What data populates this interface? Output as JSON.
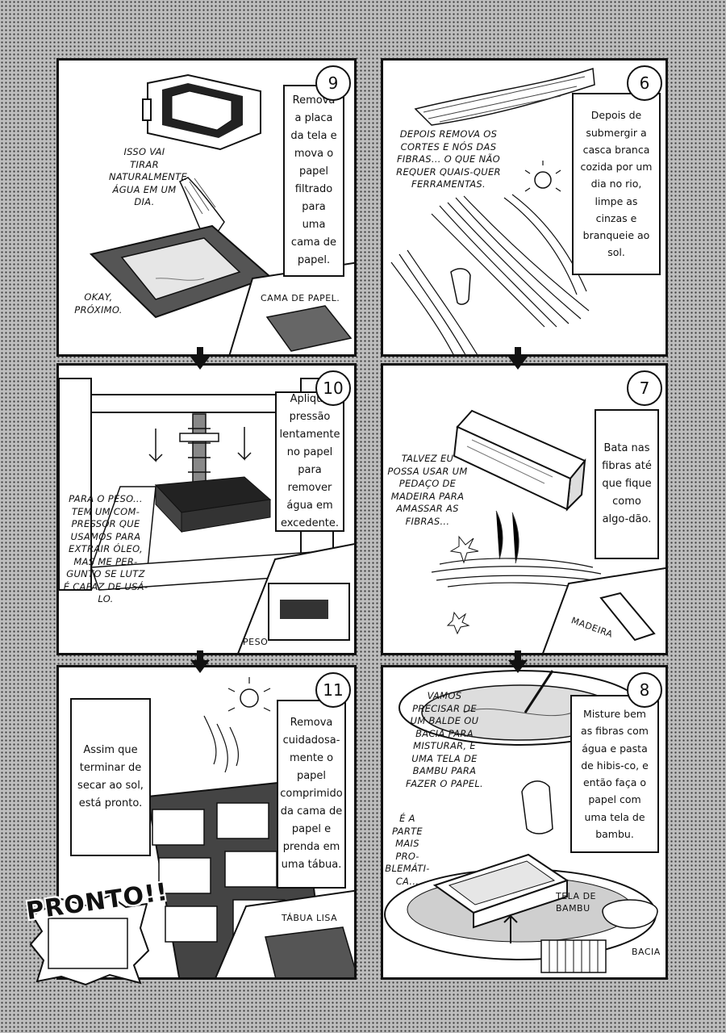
{
  "panels": {
    "p9": {
      "number": "9",
      "caption": "Remova a placa da tela e mova o papel filtrado para uma cama de papel.",
      "speech": [
        "ISSO VAI TIRAR NATURALMENTE ÁGUA EM UM DIA.",
        "OKAY, PRÓXIMO."
      ],
      "label": "CAMA DE PAPEL."
    },
    "p6": {
      "number": "6",
      "caption": "Depois de submergir a casca branca cozida por um dia no rio, limpe as cinzas e branqueie ao sol.",
      "speech": [
        "DEPOIS REMOVA OS CORTES E NÓS DAS FIBRAS... O QUE NÃO REQUER QUAIS-QUER FERRAMENTAS."
      ]
    },
    "p10": {
      "number": "10",
      "caption": "Aplique pressão lentamente no papel para remover água em excedente.",
      "speech": [
        "PARA O PESO... TEM UM COM-PRESSOR QUE USAMOS PARA EXTRAIR ÓLEO, MAS ME PER-GUNTO SE LUTZ É CAPAZ DE USÁ-LO."
      ],
      "label": "PESO"
    },
    "p7": {
      "number": "7",
      "caption": "Bata nas fibras até que fique como algo-dão.",
      "speech": [
        "TALVEZ EU POSSA USAR UM PEDAÇO DE MADEIRA PARA AMASSAR AS FIBRAS..."
      ],
      "label": "MADEIRA"
    },
    "p11": {
      "number": "11",
      "caption": "Remova cuidadosa-mente o papel comprimido da cama de papel e prenda em uma tábua.",
      "caption2": "Assim que terminar de secar ao sol, está pronto.",
      "label": "TÁBUA LISA",
      "exclaim": "PRONTO!!"
    },
    "p8": {
      "number": "8",
      "caption": "Misture bem as fibras com água e pasta de hibis-co, e então faça o papel com uma tela de bambu.",
      "speech": [
        "VAMOS PRECISAR DE UM BALDE OU BACIA PARA MISTURAR, E UMA TELA DE BAMBU PARA FAZER O PAPEL.",
        "É A PARTE MAIS PRO-BLEMÁTI-CA..."
      ],
      "label": "TELA DE BAMBU",
      "label2": "BACIA"
    }
  }
}
